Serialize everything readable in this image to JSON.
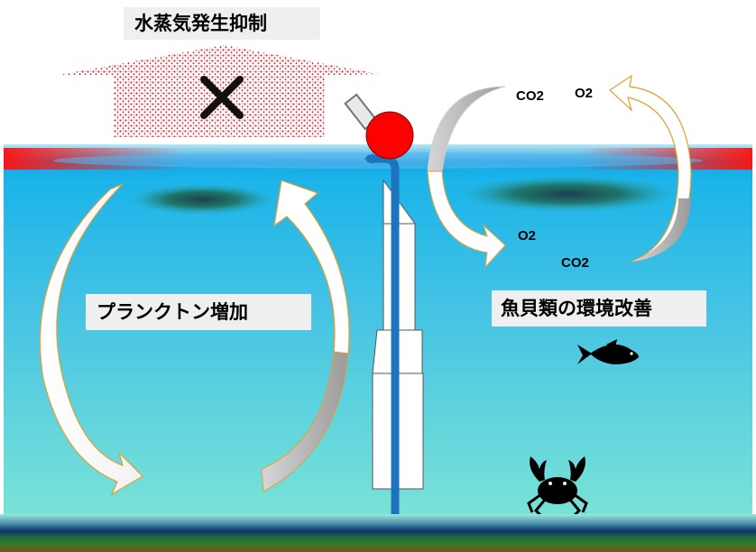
{
  "labels": {
    "vapor_suppression": "水蒸気発生抑制",
    "plankton_increase": "プランクトン増加",
    "environment_improvement": "魚貝類の環境改善"
  },
  "gases": {
    "co2_top": "CO2",
    "o2_top": "O2",
    "o2_bottom": "O2",
    "co2_bottom": "CO2"
  },
  "colors": {
    "water_top": "#12b0ea",
    "water_bottom": "#7ae3d6",
    "surface_heat": "#ff1a1a",
    "pipe": "#1e73be",
    "float": "#ff0000",
    "plankton": "#1f5a4a",
    "arrow_outline": "#e0a030",
    "arrow_gray": "#c8c8c8"
  },
  "icons": [
    "cross-icon",
    "fish-icon",
    "crab-icon"
  ]
}
